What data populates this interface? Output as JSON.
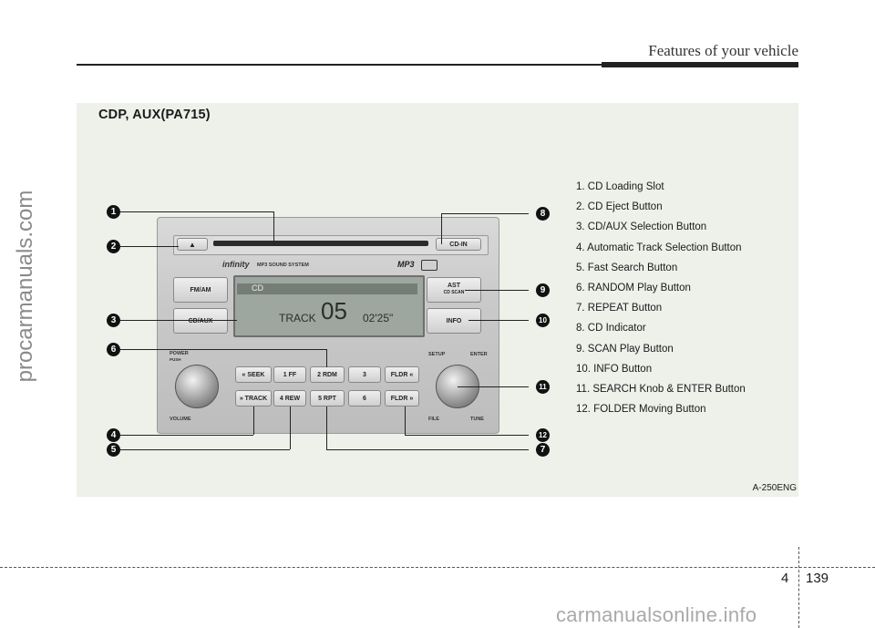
{
  "header": {
    "title": "Features of your vehicle"
  },
  "panel": {
    "title": "CDP, AUX(PA715)",
    "figure_code": "A-250ENG"
  },
  "legend": [
    "1. CD Loading Slot",
    "2. CD Eject Button",
    "3. CD/AUX Selection Button",
    "4. Automatic Track Selection Button",
    "5. Fast Search Button",
    "6. RANDOM Play Button",
    "7. REPEAT Button",
    "8. CD Indicator",
    "9. SCAN Play Button",
    "10. INFO Button",
    "11. SEARCH Knob & ENTER Button",
    "12. FOLDER Moving Button"
  ],
  "badges": [
    "1",
    "2",
    "3",
    "4",
    "5",
    "6",
    "7",
    "8",
    "9",
    "10",
    "11",
    "12"
  ],
  "radio": {
    "eject": "▲",
    "cd_in": "CD-IN",
    "brand": "infinity",
    "brand_sub": "MP3 SOUND SYSTEM",
    "mp3": "MP3",
    "fm_am": "FM/AM",
    "cd_aux": "CD/AUX",
    "ast": "AST",
    "cd_scan": "CD SCAN",
    "info": "INFO",
    "display_mode": "CD",
    "display_track_label": "TRACK",
    "display_track": "05",
    "display_time": "02'25\"",
    "power": "POWER",
    "push": "PUSH",
    "volume": "VOLUME",
    "setup": "SETUP",
    "enter": "ENTER",
    "file": "FILE",
    "tune": "TUNE",
    "seek": "« SEEK",
    "track": "» TRACK",
    "b1": "1  FF",
    "b2": "2 RDM",
    "b3": "3",
    "b4": "4 REW",
    "b5": "5 RPT",
    "b6": "6",
    "fldr_up": "FLDR «",
    "fldr_down": "FLDR »"
  },
  "page": {
    "chapter": "4",
    "number": "139"
  },
  "watermarks": {
    "left": "procarmanuals.com",
    "bottom": "carmanualsonline.info"
  }
}
